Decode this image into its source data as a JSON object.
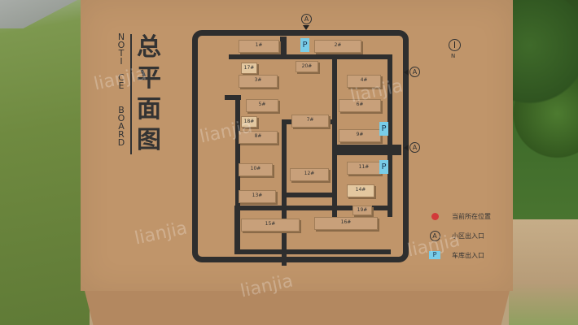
{
  "board": {
    "title_cn": [
      "总",
      "平",
      "面",
      "图"
    ],
    "title_en": [
      "N",
      "O",
      "T",
      "I",
      "",
      "C",
      "E",
      "",
      "",
      "B",
      "O",
      "A",
      "R",
      "D"
    ],
    "compass_label": "N"
  },
  "buildings": [
    {
      "id": "b1",
      "label": "1#"
    },
    {
      "id": "b2",
      "label": "2#"
    },
    {
      "id": "b17",
      "label": "17#"
    },
    {
      "id": "b20",
      "label": "20#"
    },
    {
      "id": "b3",
      "label": "3#"
    },
    {
      "id": "b4",
      "label": "4#"
    },
    {
      "id": "b5",
      "label": "5#"
    },
    {
      "id": "b6",
      "label": "6#"
    },
    {
      "id": "b18",
      "label": "18#"
    },
    {
      "id": "b7",
      "label": "7#"
    },
    {
      "id": "b8",
      "label": "8#"
    },
    {
      "id": "b9",
      "label": "9#"
    },
    {
      "id": "b10",
      "label": "10#"
    },
    {
      "id": "b12",
      "label": "12#"
    },
    {
      "id": "b11",
      "label": "11#"
    },
    {
      "id": "b13",
      "label": "13#"
    },
    {
      "id": "b14",
      "label": "14#"
    },
    {
      "id": "b19",
      "label": "19#"
    },
    {
      "id": "b15",
      "label": "15#"
    },
    {
      "id": "b16",
      "label": "16#"
    }
  ],
  "markers": {
    "entrance_symbol": "A",
    "parking_symbol": "P"
  },
  "legend": {
    "current_location": "当前所在位置",
    "community_entrance": "小区出入口",
    "garage_entrance": "车库出入口"
  },
  "watermark": "lianjia",
  "colors": {
    "board": "#c0956a",
    "road": "#2e2e2e",
    "parking": "#79cde8",
    "current_location": "#d23a3a"
  }
}
